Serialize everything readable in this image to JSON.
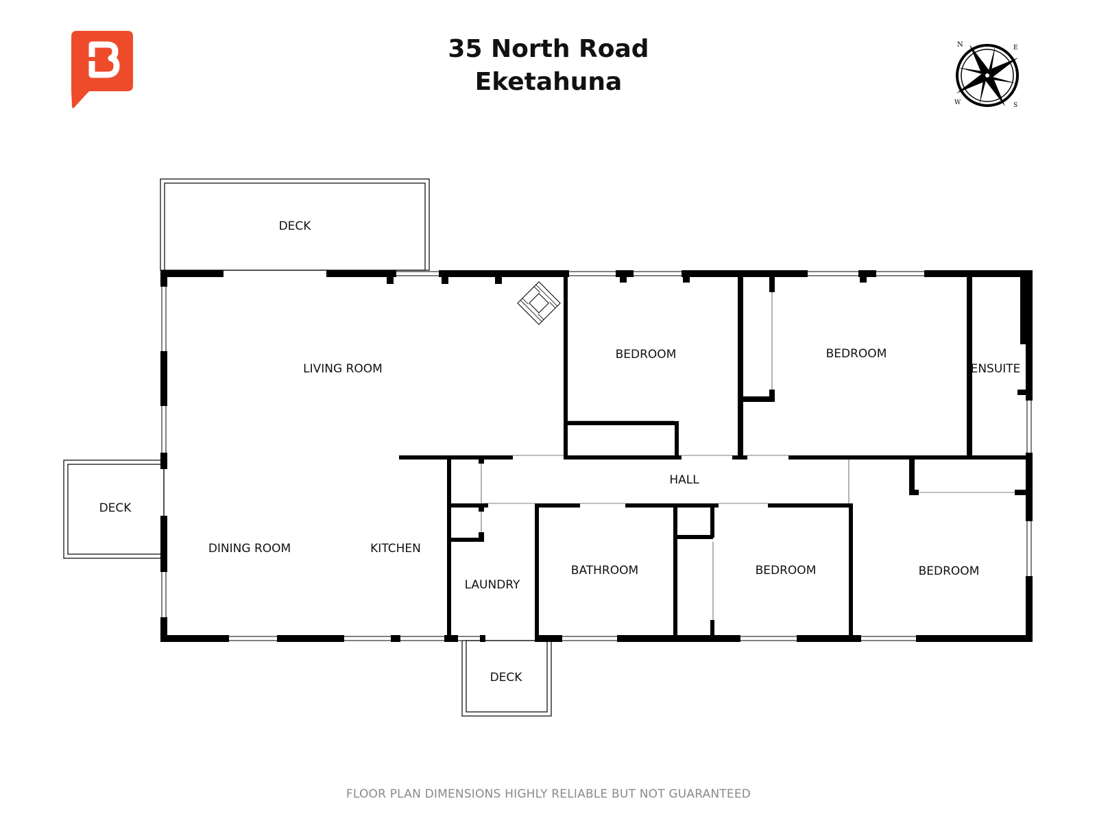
{
  "header": {
    "address_line1": "35 North Road",
    "address_line2": "Eketahuna"
  },
  "brand": {
    "logo_icon": "brand-b-speech-bubble-icon",
    "color": "#ee4b2b"
  },
  "compass": {
    "icon": "compass-rose-icon",
    "labels": {
      "north": "N",
      "east": "E",
      "south": "S",
      "west": "W"
    }
  },
  "rooms": {
    "deck_top": "DECK",
    "living_room": "LIVING ROOM",
    "bedroom_1": "BEDROOM",
    "bedroom_2": "BEDROOM",
    "ensuite": "ENSUITE",
    "hall": "HALL",
    "deck_left": "DECK",
    "dining_room": "DINING ROOM",
    "kitchen": "KITCHEN",
    "laundry": "LAUNDRY",
    "bathroom": "BATHROOM",
    "bedroom_3": "BEDROOM",
    "bedroom_4": "BEDROOM",
    "deck_bottom": "DECK"
  },
  "footer": {
    "disclaimer": "FLOOR PLAN DIMENSIONS HIGHLY RELIABLE BUT NOT GUARANTEED"
  },
  "colors": {
    "wall": "#000000",
    "disclaimer": "#8a8a8a"
  }
}
